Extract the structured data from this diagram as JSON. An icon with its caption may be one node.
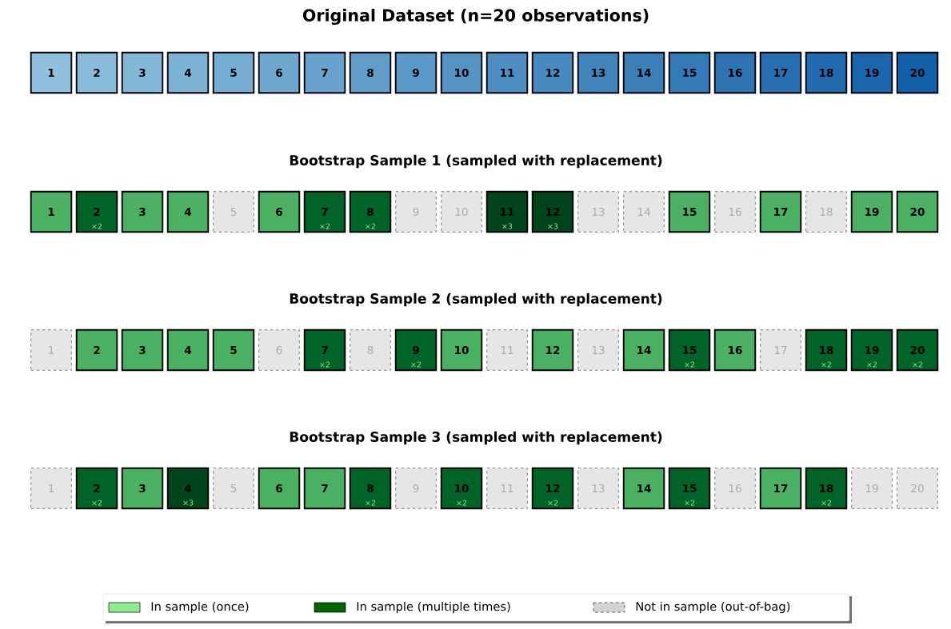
{
  "diagram": {
    "title": "Original Dataset (n=20 observations)",
    "nodes": [
      {
        "text": [
          "1"
        ]
      },
      {
        "text": [
          "2"
        ]
      },
      {
        "text": [
          "3"
        ]
      },
      {
        "text": [
          "4"
        ]
      },
      {
        "text": [
          "5"
        ]
      },
      {
        "text": [
          "6"
        ]
      },
      {
        "text": [
          "7"
        ]
      },
      {
        "text": [
          "8"
        ]
      },
      {
        "text": [
          "9"
        ]
      },
      {
        "text": [
          "10"
        ]
      },
      {
        "text": [
          "11"
        ]
      },
      {
        "text": [
          "12"
        ]
      },
      {
        "text": [
          "13"
        ]
      },
      {
        "text": [
          "14"
        ]
      },
      {
        "text": [
          "15"
        ]
      },
      {
        "text": [
          "16"
        ]
      },
      {
        "text": [
          "17"
        ]
      },
      {
        "text": [
          "18"
        ]
      },
      {
        "text": [
          "19"
        ]
      },
      {
        "text": [
          "20"
        ]
      },
      {
        "text": [
          "1"
        ]
      },
      {
        "text": [
          "2",
          "×2"
        ]
      },
      {
        "text": [
          "3"
        ]
      },
      {
        "text": [
          "4"
        ]
      },
      {
        "text": [
          "5"
        ]
      },
      {
        "text": [
          "6"
        ]
      },
      {
        "text": [
          "7",
          "×2"
        ]
      },
      {
        "text": [
          "8",
          "×2"
        ]
      },
      {
        "text": [
          "9"
        ]
      },
      {
        "text": [
          "10"
        ]
      },
      {
        "text": [
          "11",
          "×3"
        ]
      },
      {
        "text": [
          "12",
          "×3"
        ]
      },
      {
        "text": [
          "13"
        ]
      },
      {
        "text": [
          "14"
        ]
      },
      {
        "text": [
          "15"
        ]
      },
      {
        "text": [
          "16"
        ]
      },
      {
        "text": [
          "17"
        ]
      },
      {
        "text": [
          "18"
        ]
      },
      {
        "text": [
          "19"
        ]
      },
      {
        "text": [
          "20"
        ]
      },
      {
        "text": [
          "1"
        ]
      },
      {
        "text": [
          "2"
        ]
      },
      {
        "text": [
          "3"
        ]
      },
      {
        "text": [
          "4"
        ]
      },
      {
        "text": [
          "5"
        ]
      },
      {
        "text": [
          "6"
        ]
      },
      {
        "text": [
          "7",
          "×2"
        ]
      },
      {
        "text": [
          "8"
        ]
      },
      {
        "text": [
          "9",
          "×2"
        ]
      },
      {
        "text": [
          "10"
        ]
      },
      {
        "text": [
          "11"
        ]
      },
      {
        "text": [
          "12"
        ]
      },
      {
        "text": [
          "13"
        ]
      },
      {
        "text": [
          "14"
        ]
      },
      {
        "text": [
          "15",
          "×2"
        ]
      },
      {
        "text": [
          "16"
        ]
      },
      {
        "text": [
          "17"
        ]
      },
      {
        "text": [
          "18",
          "×2"
        ]
      },
      {
        "text": [
          "19",
          "×2"
        ]
      },
      {
        "text": [
          "20",
          "×2"
        ]
      },
      {
        "text": [
          "1"
        ]
      },
      {
        "text": [
          "2",
          "×2"
        ]
      },
      {
        "text": [
          "3"
        ]
      },
      {
        "text": [
          "4",
          "×3"
        ]
      },
      {
        "text": [
          "5"
        ]
      },
      {
        "text": [
          "6"
        ]
      },
      {
        "text": [
          "7"
        ]
      },
      {
        "text": [
          "8",
          "×2"
        ]
      },
      {
        "text": [
          "9"
        ]
      },
      {
        "text": [
          "10",
          "×2"
        ]
      },
      {
        "text": [
          "11"
        ]
      },
      {
        "text": [
          "12",
          "×2"
        ]
      },
      {
        "text": [
          "13"
        ]
      },
      {
        "text": [
          "14"
        ]
      },
      {
        "text": [
          "15",
          "×2"
        ]
      },
      {
        "text": [
          "16"
        ]
      },
      {
        "text": [
          "17"
        ]
      },
      {
        "text": [
          "18",
          "×2"
        ]
      },
      {
        "text": [
          "19"
        ]
      },
      {
        "text": [
          "20"
        ]
      }
    ],
    "labels": [
      "Bootstrap Sample 1 (sampled with replacement)",
      "Bootstrap Sample 2 (sampled with replacement)",
      "Bootstrap Sample 3 (sampled with replacement)"
    ],
    "legend": [
      {
        "text": "In sample (once)",
        "color": "#90ee90"
      },
      {
        "text": "In sample (multiple times)",
        "color": "#006400"
      },
      {
        "text": "Not in sample (out-of-bag)",
        "color": "#d3d3d3"
      }
    ]
  }
}
